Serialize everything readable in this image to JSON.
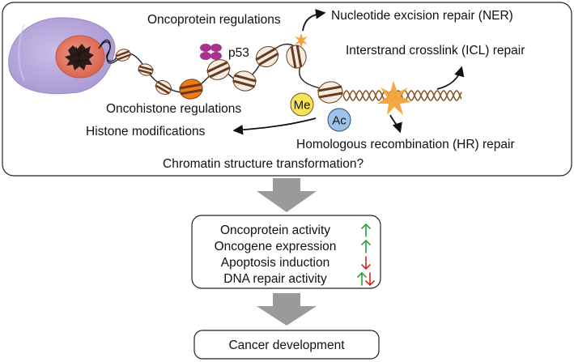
{
  "top_panel": {
    "labels": {
      "oncoprotein_regulations": "Oncoprotein regulations",
      "p53": "p53",
      "ner": "Nucleotide excision repair (NER)",
      "icl": "Interstrand crosslink (ICL) repair",
      "oncohistone_regulations": "Oncohistone regulations",
      "histone_modifications": "Histone modifications",
      "hr": "Homologous recombination (HR) repair",
      "chromatin_question": "Chromatin structure transformation?"
    },
    "marks": {
      "methyl": "Me",
      "acetyl": "Ac"
    }
  },
  "effects_box": {
    "items": [
      {
        "label": "Oncoprotein activity",
        "arrows": [
          "up"
        ]
      },
      {
        "label": "Oncogene expression",
        "arrows": [
          "up"
        ]
      },
      {
        "label": "Apoptosis induction",
        "arrows": [
          "down"
        ]
      },
      {
        "label": "DNA repair activity",
        "arrows": [
          "up",
          "down"
        ]
      }
    ]
  },
  "outcome_box": {
    "label": "Cancer development"
  },
  "colors": {
    "up_arrow": "#2e9e3f",
    "down_arrow": "#d8261e",
    "flow_arrow": "#9a9a9a",
    "cell": "#b4a3d8",
    "nucleus": "#e17b66",
    "nucleosome_band": "#6b3a1c",
    "oncohistone": "#f07a16",
    "p53": "#a7328f",
    "methyl_mark": "#f8e25a",
    "acetyl_mark": "#9ec3ea",
    "dna_damage": "#f2a33a"
  }
}
